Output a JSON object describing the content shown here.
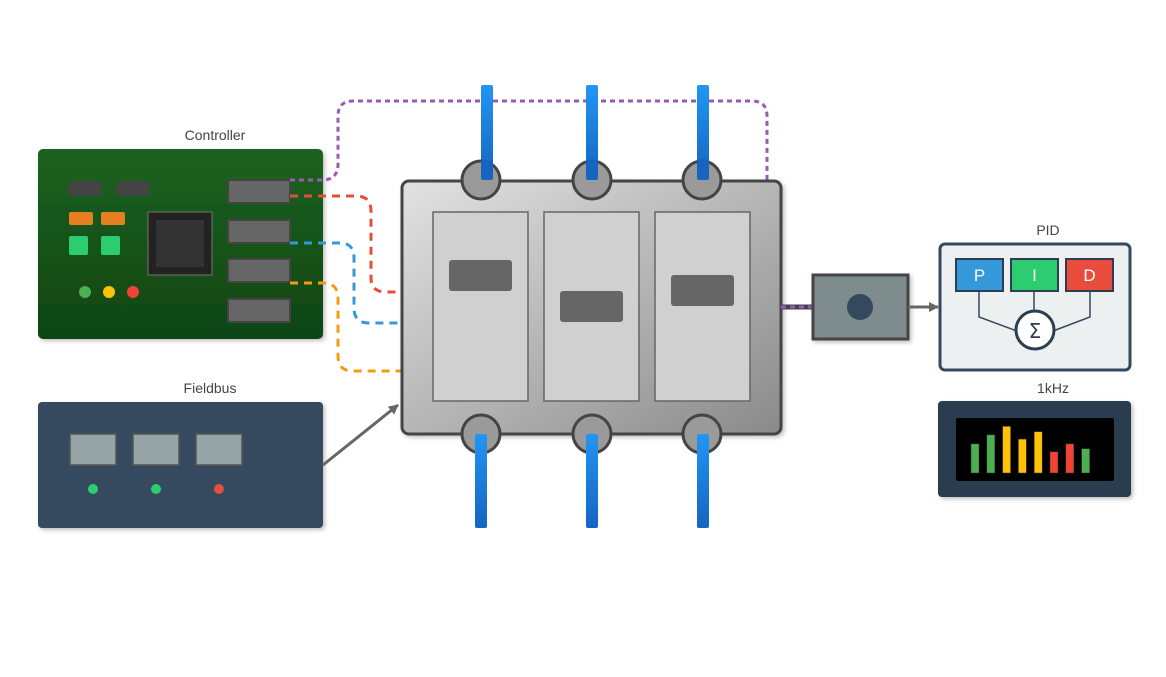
{
  "diagram": {
    "labels": {
      "controller": "Controller",
      "fieldbus": "Fieldbus",
      "pid": "PID",
      "spectrum": "1kHz"
    },
    "pid": {
      "blocks": [
        {
          "letter": "P",
          "color": "#3498db"
        },
        {
          "letter": "I",
          "color": "#2ecc71"
        },
        {
          "letter": "D",
          "color": "#e74c3c"
        }
      ],
      "sum_symbol": "Σ"
    },
    "controller": {
      "board_color": "#1b5e20",
      "status_leds": [
        "#4caf50",
        "#ffc107",
        "#f44336"
      ],
      "ports": 4
    },
    "fieldbus": {
      "panel_color": "#34495e",
      "module_leds": [
        "#2ecc71",
        "#2ecc71",
        "#e74c3c"
      ]
    },
    "wires": [
      {
        "name": "purple-signal-wire",
        "color": "#9b59b6",
        "style": "dotted"
      },
      {
        "name": "red-signal-wire",
        "color": "#e74c3c",
        "style": "dashed"
      },
      {
        "name": "blue-signal-wire",
        "color": "#3498db",
        "style": "dashed"
      },
      {
        "name": "orange-signal-wire",
        "color": "#f39c12",
        "style": "dashed"
      }
    ],
    "spectrum": {
      "bars": [
        {
          "level": 0.55,
          "color": "#4caf50"
        },
        {
          "level": 0.72,
          "color": "#4caf50"
        },
        {
          "level": 0.88,
          "color": "#ffc107"
        },
        {
          "level": 0.64,
          "color": "#ffc107"
        },
        {
          "level": 0.78,
          "color": "#ffc107"
        },
        {
          "level": 0.4,
          "color": "#f44336"
        },
        {
          "level": 0.55,
          "color": "#f44336"
        },
        {
          "level": 0.46,
          "color": "#4caf50"
        }
      ]
    }
  }
}
